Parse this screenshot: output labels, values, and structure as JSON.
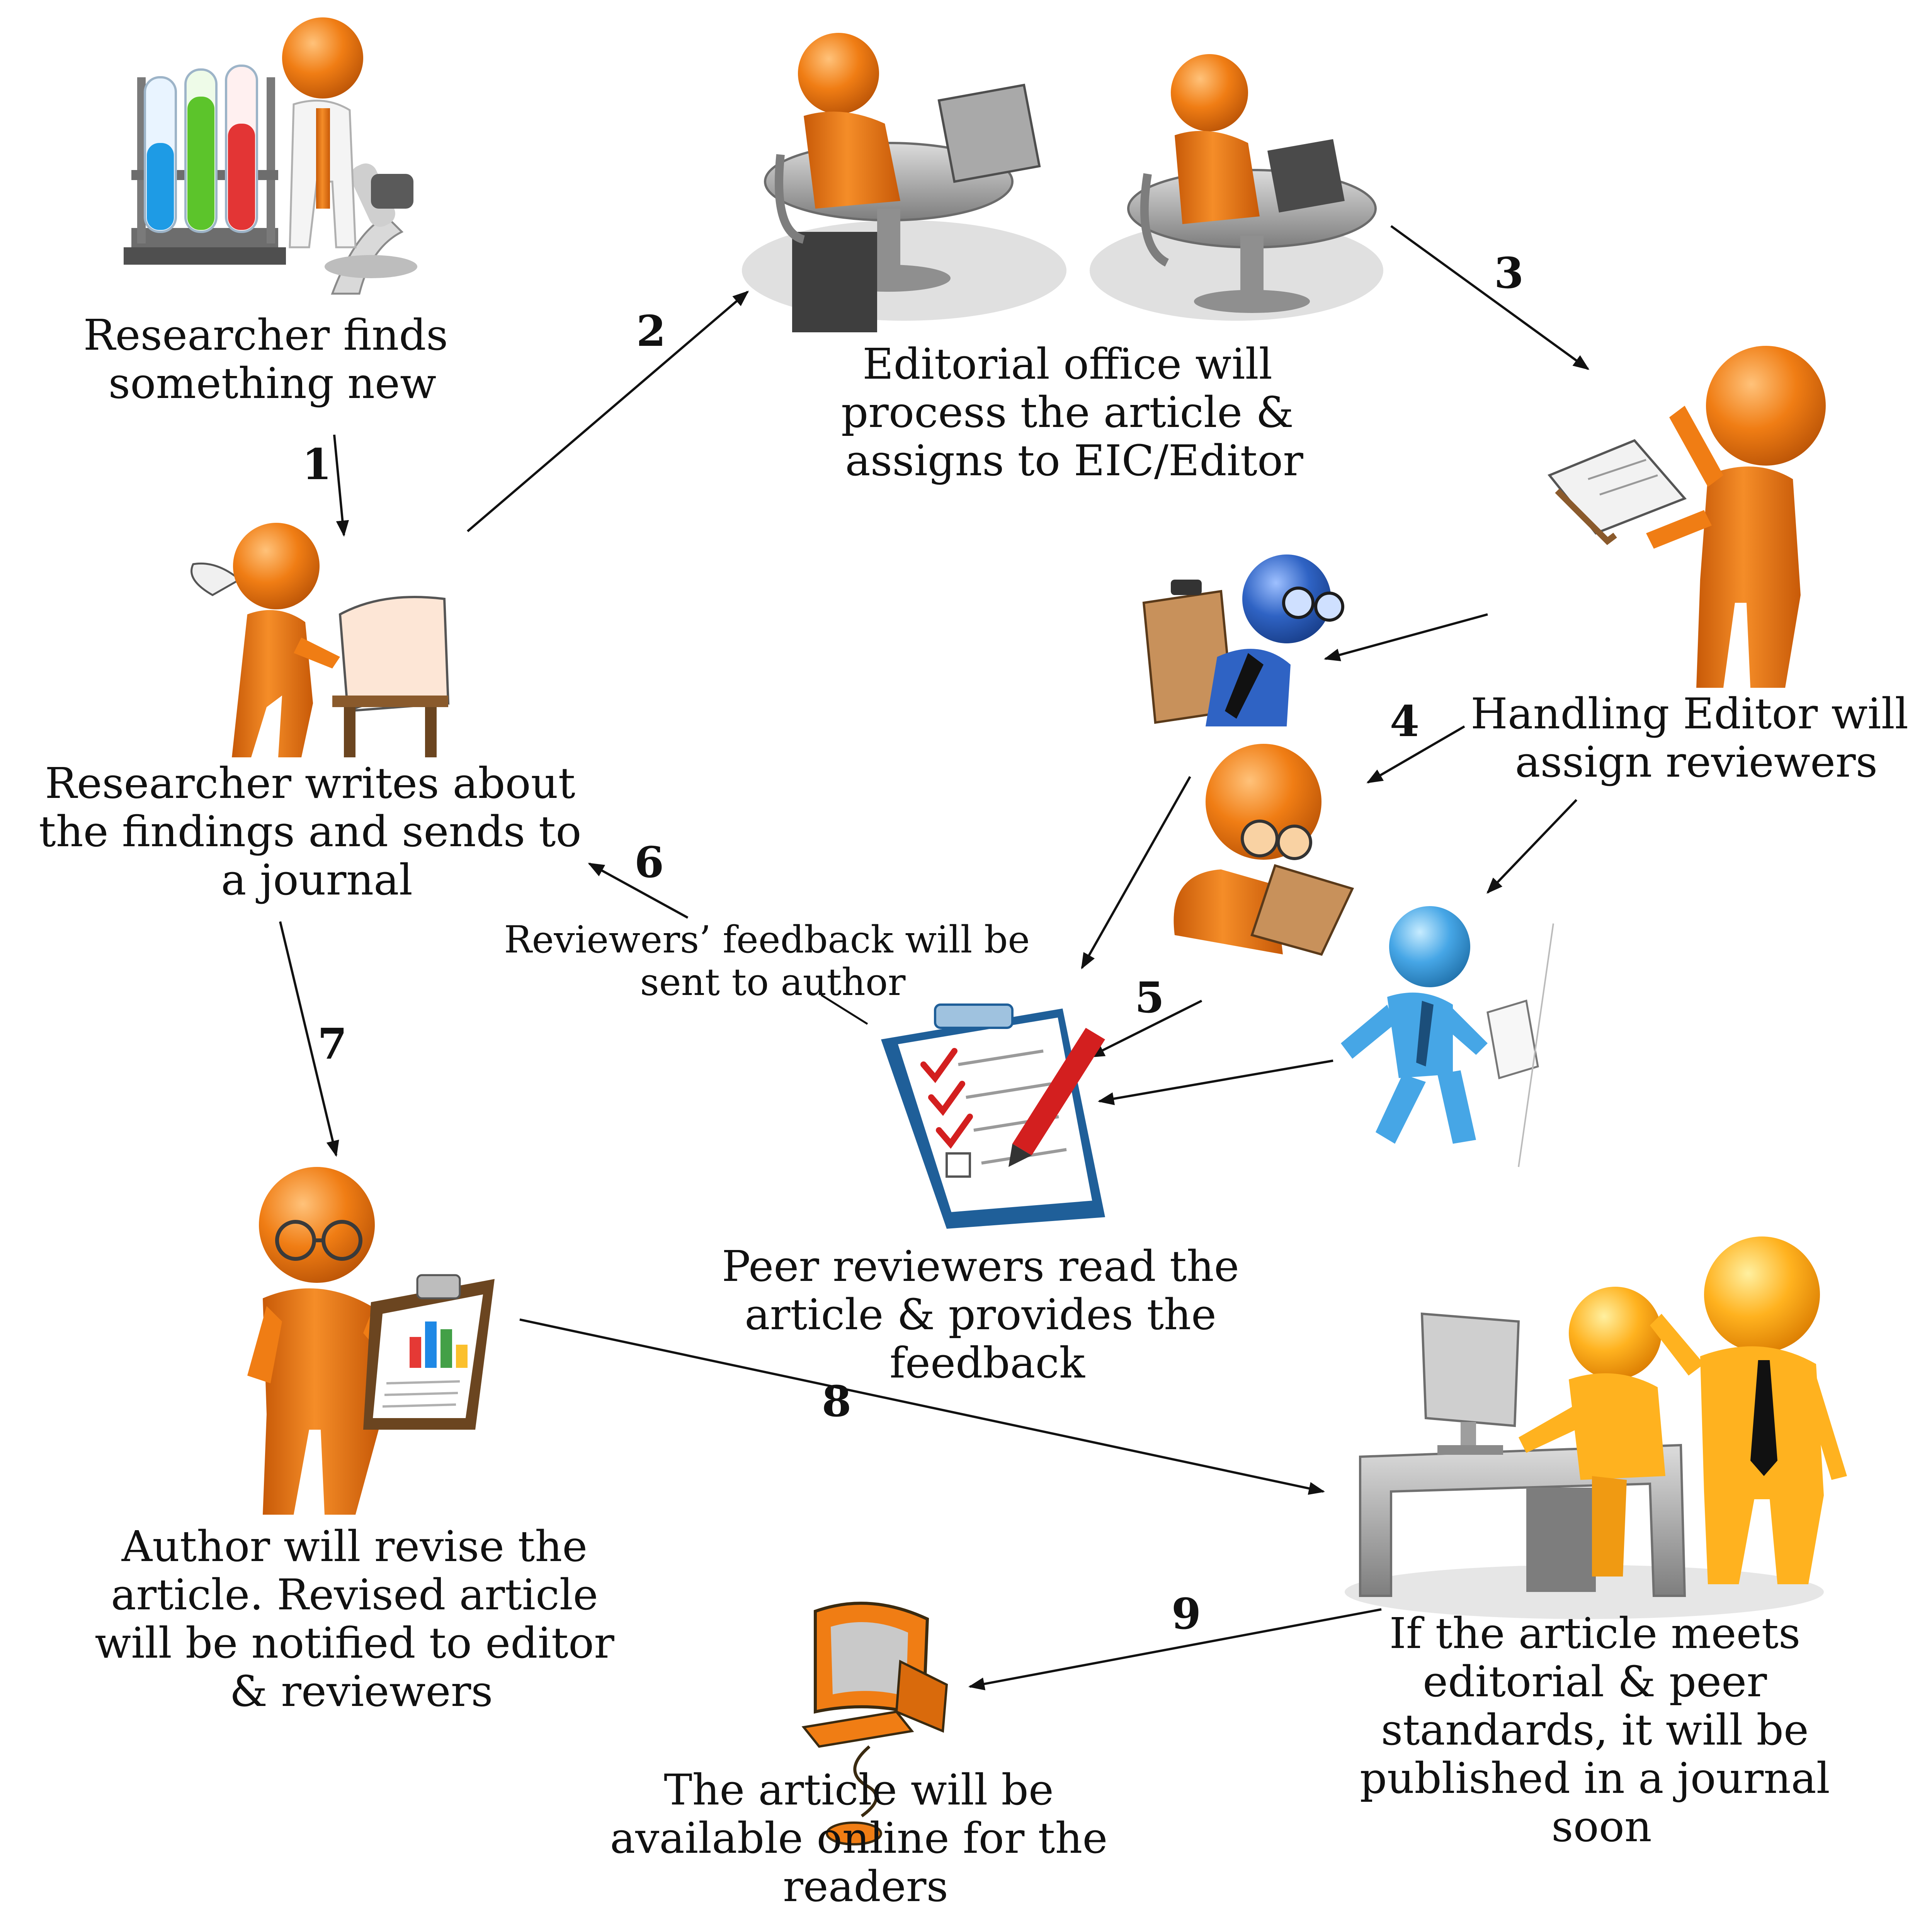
{
  "colors": {
    "orange": "#f07d14",
    "orange_dark": "#c85a08",
    "blue": "#2f63c4",
    "light_blue": "#46a6e6",
    "gray": "#8f8f8f",
    "arrow": "#111111",
    "check_red": "#d31f1f"
  },
  "steps": {
    "s1": "1",
    "s2": "2",
    "s3": "3",
    "s4": "4",
    "s5": "5",
    "s6": "6",
    "s7": "7",
    "s8": "8",
    "s9": "9"
  },
  "nodes": {
    "researcher_finds": {
      "icon": "scientist-lab-icon",
      "lines": [
        "Researcher finds",
        "something new"
      ]
    },
    "researcher_writes": {
      "icon": "writing-person-icon",
      "lines": [
        "Researcher writes about",
        "the findings and sends to",
        "a journal"
      ]
    },
    "editorial_office": {
      "icon": "office-desks-icon",
      "lines": [
        "Editorial office will",
        "process the article &",
        "assigns to EIC/Editor"
      ]
    },
    "handling_editor": {
      "icon": "editor-clipboard-icon",
      "lines": [
        "Handling Editor will",
        "assign reviewers"
      ]
    },
    "peer_reviewers": {
      "icon": "checklist-icon",
      "lines": [
        "Peer reviewers read the",
        "article & provides the",
        "feedback"
      ]
    },
    "feedback_to_author": {
      "lines": [
        "Reviewers’ feedback will be",
        "sent to author"
      ]
    },
    "author_revise": {
      "icon": "author-report-icon",
      "lines": [
        "Author will revise the",
        "article. Revised article",
        "will be notified to editor",
        "& reviewers"
      ]
    },
    "published": {
      "icon": "workstation-team-icon",
      "lines": [
        "If the article meets",
        "editorial & peer",
        "standards, it will be",
        "published in a journal",
        "soon"
      ]
    },
    "online": {
      "icon": "computer-icon",
      "lines": [
        "The article will be",
        "available online for the",
        "readers"
      ]
    }
  },
  "reviewers": [
    {
      "icon": "blue-reviewer-icon"
    },
    {
      "icon": "orange-reviewer-icon"
    },
    {
      "icon": "walking-reviewer-icon"
    }
  ]
}
